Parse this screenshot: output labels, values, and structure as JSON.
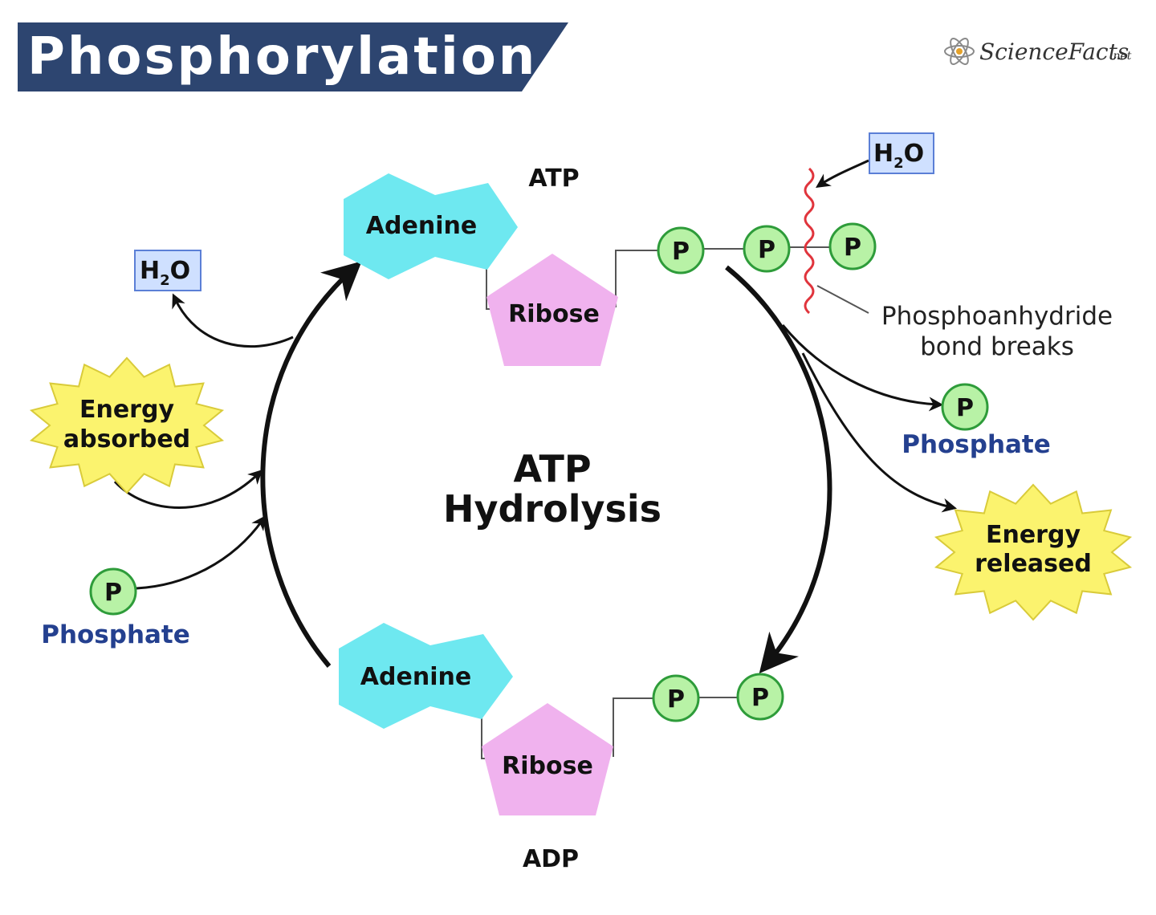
{
  "title": "Phosphorylation",
  "logo": {
    "text": "ScienceFacts",
    "suffix": ".net",
    "icon": "atom-icon"
  },
  "atp": {
    "label": "ATP",
    "adenine": "Adenine",
    "ribose": "Ribose",
    "phosphate_symbol": "P"
  },
  "adp": {
    "label": "ADP",
    "adenine": "Adenine",
    "ribose": "Ribose",
    "phosphate_symbol": "P"
  },
  "center": {
    "line1": "ATP",
    "line2": "Hydrolysis"
  },
  "water": {
    "left_h": "H",
    "left_sub": "2",
    "left_o": "O",
    "right_h": "H",
    "right_sub": "2",
    "right_o": "O"
  },
  "bond_break": {
    "line1": "Phosphoanhydride",
    "line2": "bond breaks"
  },
  "phosphate_right": {
    "symbol": "P",
    "label": "Phosphate"
  },
  "phosphate_left": {
    "symbol": "P",
    "label": "Phosphate"
  },
  "energy_absorbed": {
    "line1": "Energy",
    "line2": "absorbed"
  },
  "energy_released": {
    "line1": "Energy",
    "line2": "released"
  },
  "colors": {
    "title_bg": "#2d4570",
    "adenine": "#6ee8f0",
    "ribose": "#f0b2ee",
    "phosphate_fill": "#b8f2a6",
    "phosphate_stroke": "#2e9c3a",
    "water_fill": "#cfe0ff",
    "water_stroke": "#5b7fd6",
    "energy_fill": "#fbf36e",
    "energy_stroke": "#d9cb3a",
    "bond_break": "#e0343c",
    "label_blue": "#24408f"
  }
}
